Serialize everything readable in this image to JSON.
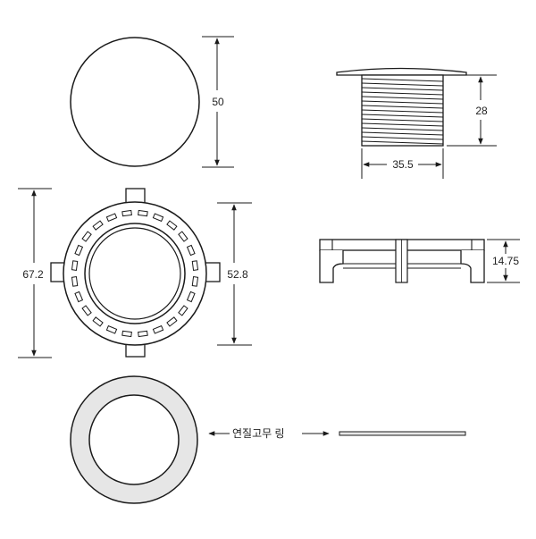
{
  "colors": {
    "line": "#1a1a1a",
    "ring_fill": "#e6e6e6",
    "background": "#ffffff"
  },
  "dimensions": {
    "cap_diameter": "50",
    "thread_height": "28",
    "thread_width": "35.5",
    "flange_diameter": "67.2",
    "inner_diameter": "52.8",
    "flange_height": "14.75"
  },
  "labels": {
    "rubber_ring": "연질고무 링"
  }
}
